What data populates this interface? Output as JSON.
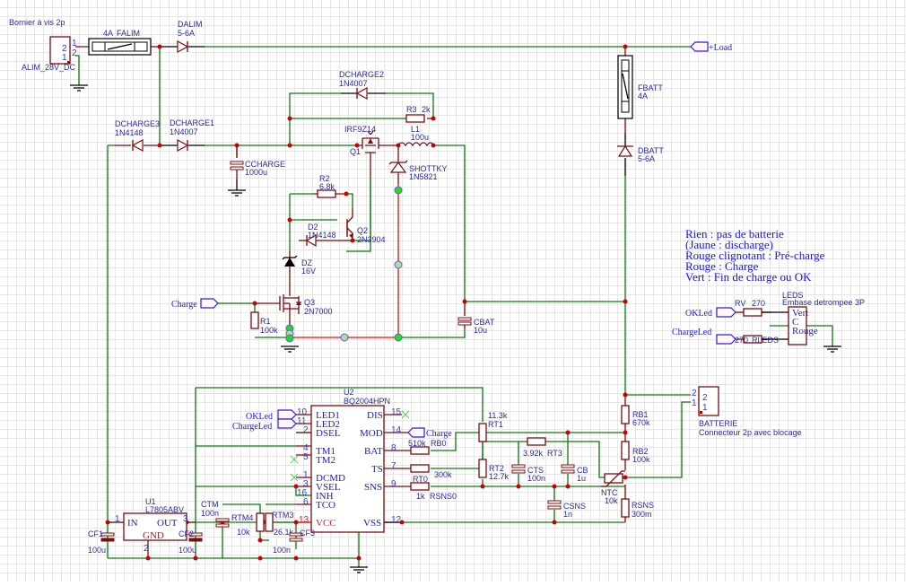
{
  "schematic": {
    "title": "Chargeur batterie BQ2004HPN",
    "components": {
      "alim": {
        "ref": "ALIM_28V_DC",
        "value": "Bornier à vis 2p",
        "pin1": "1",
        "pin2": "2"
      },
      "falim": {
        "ref": "FALIM",
        "value": "4A"
      },
      "dalim": {
        "ref": "DALIM",
        "value": "5-6A"
      },
      "fbatt": {
        "ref": "FBATT",
        "value": "4A"
      },
      "dbatt": {
        "ref": "DBATT",
        "value": "5-6A"
      },
      "dcharge1": {
        "ref": "DCHARGE1",
        "value": "1N4007"
      },
      "dcharge2": {
        "ref": "DCHARGE2",
        "value": "1N4007"
      },
      "dcharge3": {
        "ref": "DCHARGE3",
        "value": "1N4148"
      },
      "ccharge": {
        "ref": "CCHARGE",
        "value": "1000u"
      },
      "r3": {
        "ref": "R3",
        "value": "2k"
      },
      "q1": {
        "ref": "Q1",
        "value": "IRF9Z14"
      },
      "l1": {
        "ref": "L1",
        "value": "100u"
      },
      "shottky": {
        "ref": "SHOTTKY",
        "value": "1N5821"
      },
      "r2": {
        "ref": "R2",
        "value": "6.8k"
      },
      "d2": {
        "ref": "D2",
        "value": "1N4148"
      },
      "q2": {
        "ref": "Q2",
        "value": "2N3904"
      },
      "dz": {
        "ref": "DZ",
        "value": "16V"
      },
      "q3": {
        "ref": "Q3",
        "value": "2N7000"
      },
      "r1": {
        "ref": "R1",
        "value": "100k"
      },
      "cbat": {
        "ref": "CBAT",
        "value": "10u"
      },
      "leds": {
        "ref": "LEDS",
        "value": "Embase detrompee 3P",
        "pins": [
          "Vert",
          "C",
          "Rouge"
        ]
      },
      "rv": {
        "ref": "RV",
        "value": "270"
      },
      "rleds": {
        "ref": "RLEDS",
        "value": "270"
      },
      "u2": {
        "ref": "U2",
        "value": "BQ2004HPN",
        "left_pins": [
          {
            "num": "10",
            "name": "LED1"
          },
          {
            "num": "11",
            "name": "LED2"
          },
          {
            "num": "2",
            "name": "DSEL"
          },
          {
            "num": "4",
            "name": "TM1"
          },
          {
            "num": "5",
            "name": "TM2"
          },
          {
            "num": "1",
            "name": "DCMD"
          },
          {
            "num": "3",
            "name": "VSEL"
          },
          {
            "num": "16",
            "name": "INH"
          },
          {
            "num": "6",
            "name": "TCO"
          },
          {
            "num": "13",
            "name": "VCC"
          }
        ],
        "right_pins": [
          {
            "num": "15",
            "name": "DIS"
          },
          {
            "num": "14",
            "name": "MOD"
          },
          {
            "num": "8",
            "name": "BAT"
          },
          {
            "num": "7",
            "name": "TS"
          },
          {
            "num": "9",
            "name": "SNS"
          },
          {
            "num": "12",
            "name": "VSS"
          }
        ]
      },
      "rb0": {
        "ref": "RB0",
        "value": "510k"
      },
      "rt0": {
        "ref": "RT0",
        "value": "300k"
      },
      "rsns0": {
        "ref": "RSNS0",
        "value": "1k"
      },
      "rt1": {
        "ref": "RT1",
        "value": "11.3k"
      },
      "rt2": {
        "ref": "RT2",
        "value": "12.7k"
      },
      "rt3": {
        "ref": "RT3",
        "value": "3.92k"
      },
      "cts": {
        "ref": "CTS",
        "value": "100n"
      },
      "cb": {
        "ref": "CB",
        "value": "1u"
      },
      "csns": {
        "ref": "CSNS",
        "value": "1n"
      },
      "ntc": {
        "ref": "NTC",
        "value": "10k"
      },
      "rb1": {
        "ref": "RB1",
        "value": "670k"
      },
      "rb2": {
        "ref": "RB2",
        "value": "100k"
      },
      "rsns": {
        "ref": "RSNS",
        "value": "300m"
      },
      "batterie": {
        "ref": "BATTERIE",
        "value": "Connecteur 2p avec blocage"
      },
      "u1": {
        "ref": "U1",
        "value": "L7805ABV",
        "pin_in": "IN",
        "pin_out": "OUT",
        "pin_gnd": "GND",
        "n1": "1",
        "n2": "2",
        "n3": "3"
      },
      "cf1": {
        "ref": "CF1",
        "value": "100u"
      },
      "cf2": {
        "ref": "CF2",
        "value": "100u"
      },
      "cf3": {
        "ref": "CF3",
        "value": "100n"
      },
      "ctm": {
        "ref": "CTM",
        "value": "100n"
      },
      "rtm4": {
        "ref": "RTM4",
        "value": "10k"
      },
      "rtm3": {
        "ref": "RTM3",
        "value": "26.1k"
      }
    },
    "net_labels": {
      "load": "+Load",
      "charge_q3": "Charge",
      "charge_mod": "Charge",
      "okled_u2": "OKLed",
      "chargeled_u2": "ChargeLed",
      "okled_leds": "OKLed",
      "chargeled_leds": "ChargeLed"
    },
    "note_lines": [
      "Rien : pas de batterie",
      "(Jaune : discharge)",
      "Rouge clignotant : Pré-charge",
      "Rouge : Charge",
      "Vert : Fin de charge ou OK"
    ]
  }
}
